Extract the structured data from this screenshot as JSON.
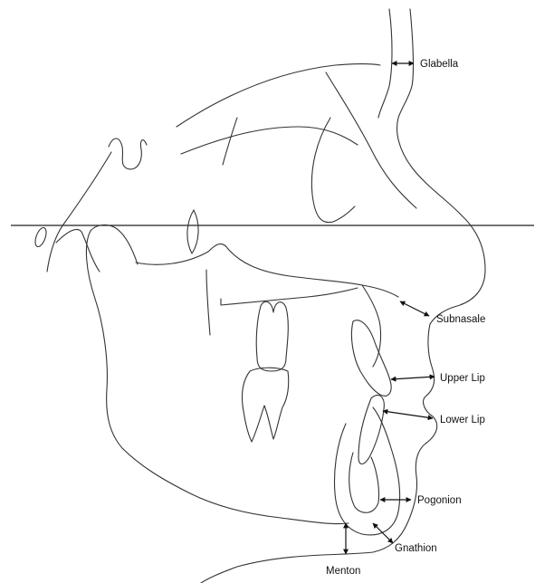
{
  "landmarks": {
    "glabella": "Glabella",
    "subnasale": "Subnasale",
    "upper_lip": "Upper Lip",
    "lower_lip": "Lower Lip",
    "pogonion": "Pogonion",
    "gnathion": "Gnathion",
    "menton": "Menton"
  },
  "colors": {
    "line": "#333333",
    "text": "#111111",
    "background": "#ffffff"
  }
}
